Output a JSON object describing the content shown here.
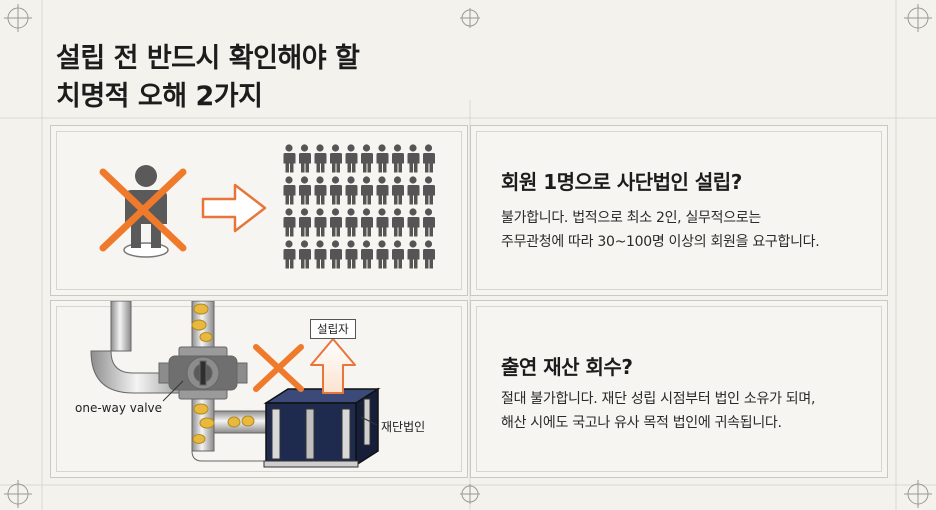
{
  "title": {
    "line1": "설립 전 반드시 확인해야 할",
    "line2": "치명적 오해 2가지"
  },
  "card1": {
    "question": "회원 1명으로 사단법인 설립?",
    "answer_line1": "불가합니다. 법적으로 최소 2인, 실무적으로는",
    "answer_line2": "주무관청에 따라 30~100명 이상의 회원을 요구합니다.",
    "illustration": {
      "crossed_icon": "person-icon",
      "arrow_icon": "arrow-right-icon",
      "crowd_icon": "people-grid-icon"
    }
  },
  "card2": {
    "question": "출연 재산 회수?",
    "answer_line1": "절대 불가합니다. 재단 성립 시점부터 법인 소유가 되며,",
    "answer_line2": "해산 시에도 국고나 유사 목적 법인에 귀속됩니다.",
    "illustration": {
      "founder_label": "설립자",
      "valve_label": "one-way valve",
      "foundation_label": "재단법인"
    }
  },
  "colors": {
    "accent_orange": "#f07a2b",
    "gold_coin": "#e7b93e",
    "navy_box": "#1f2a4f",
    "person_gray": "#555555"
  }
}
